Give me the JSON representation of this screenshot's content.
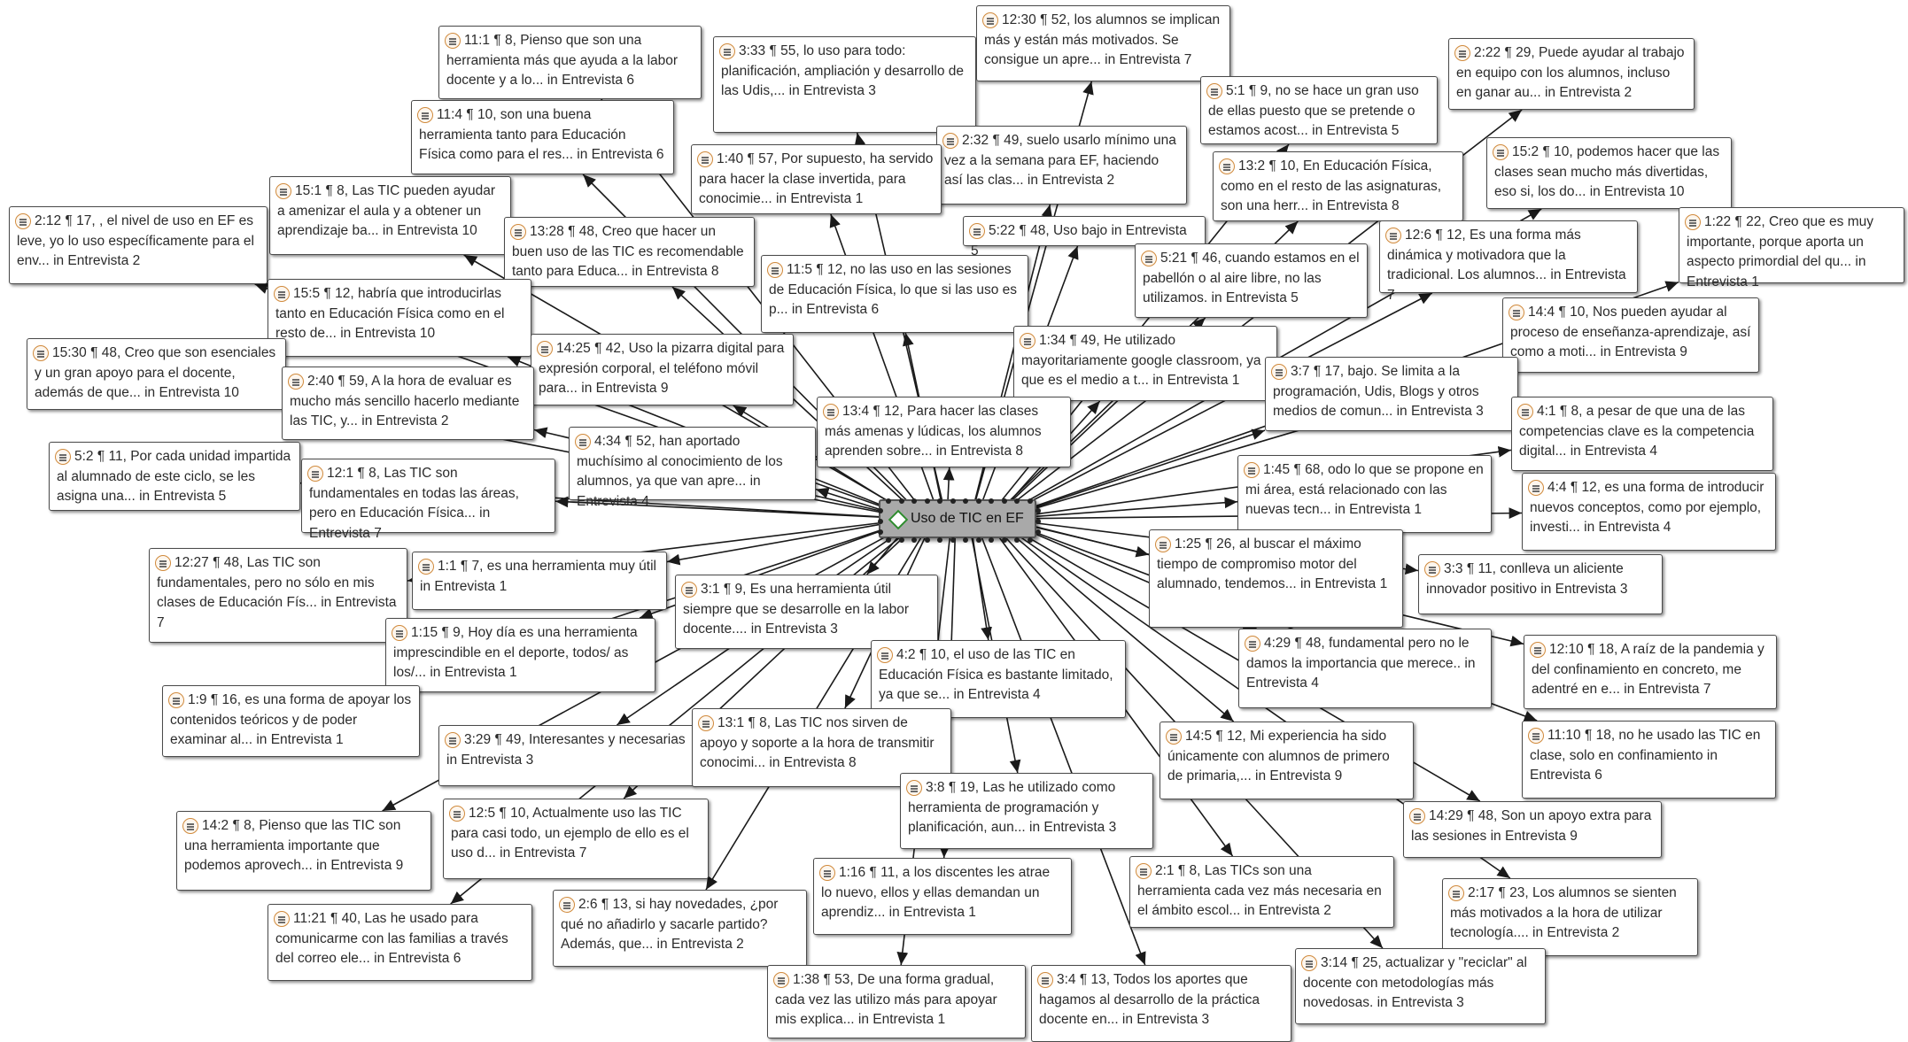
{
  "center": {
    "label": "Uso de TIC en EF",
    "icon": "code-diamond-icon"
  },
  "quote_icon": "quotation-doc-icon",
  "colors": {
    "edge": "#1a1a1a",
    "icon_border": "#d08a3c",
    "center_bg": "#a9a9a9",
    "code_icon": "#2e8b2e"
  },
  "quotes": [
    {
      "id": "q01",
      "text": "11:1 ¶ 8, Pienso que son una herramienta más que ayuda a la labor docente y a lo... in Entrevista 6"
    },
    {
      "id": "q02",
      "text": "3:33 ¶ 55, lo uso para todo: planificación, ampliación y desarrollo de las Udis,... in Entrevista 3"
    },
    {
      "id": "q03",
      "text": "12:30 ¶ 52, los alumnos se implican más y están más motivados. Se consigue un apre... in Entrevista 7"
    },
    {
      "id": "q04",
      "text": "2:22 ¶ 29, Puede ayudar al trabajo en equipo con los alumnos, incluso en ganar au... in Entrevista 2"
    },
    {
      "id": "q05",
      "text": "5:1 ¶ 9, no se hace un gran uso de ellas puesto que se pretende o estamos acost... in Entrevista 5"
    },
    {
      "id": "q06",
      "text": "11:4 ¶ 10, son una buena herramienta tanto para Educación Física como para el res... in Entrevista 6"
    },
    {
      "id": "q07",
      "text": "2:32 ¶ 49, suelo usarlo mínimo una vez a la semana para EF, haciendo así las clas... in Entrevista 2"
    },
    {
      "id": "q08",
      "text": "1:40 ¶ 57, Por supuesto, ha servido para hacer la clase invertida, para conocimie... in Entrevista 1"
    },
    {
      "id": "q09",
      "text": "13:2 ¶ 10, En Educación Física, como en el resto de las asignaturas, son una herr... in Entrevista 8"
    },
    {
      "id": "q10",
      "text": "15:2 ¶ 10, podemos hacer que las clases sean mucho más divertidas, eso si, los do... in Entrevista 10"
    },
    {
      "id": "q11",
      "text": "15:1 ¶ 8, Las TIC pueden ayudar a amenizar el aula y a obtener un aprendizaje ba... in Entrevista 10"
    },
    {
      "id": "q12",
      "text": "2:12 ¶ 17, , el nivel de uso en EF es leve, yo lo uso específicamente para el env... in Entrevista 2"
    },
    {
      "id": "q13",
      "text": "13:28 ¶ 48, Creo que hacer un buen uso de las TIC es recomendable tanto para Educa... in Entrevista 8"
    },
    {
      "id": "q14",
      "text": "5:22 ¶ 48, Uso bajo in Entrevista 5"
    },
    {
      "id": "q15",
      "text": "1:22 ¶ 22, Creo que es muy importante, porque aporta un aspecto primordial del qu... in Entrevista 1"
    },
    {
      "id": "q16",
      "text": "12:6 ¶ 12, Es una forma más dinámica y motivadora que la tradicional. Los alumnos... in Entrevista 7"
    },
    {
      "id": "q17",
      "text": "5:21 ¶ 46, cuando estamos en el pabellón o al aire libre, no las utilizamos. in Entrevista 5"
    },
    {
      "id": "q18",
      "text": "11:5 ¶ 12, no las uso en las sesiones de Educación Física, lo que si las uso es p... in Entrevista 6"
    },
    {
      "id": "q19",
      "text": "15:5 ¶ 12, habría que introducirlas tanto en Educación Física como en el resto de... in Entrevista 10"
    },
    {
      "id": "q20",
      "text": "14:4 ¶ 10, Nos pueden ayudar al proceso de enseñanza-aprendizaje, así como a moti... in Entrevista 9"
    },
    {
      "id": "q21",
      "text": "15:30 ¶ 48, Creo que son esenciales y un gran apoyo para el docente, además de que... in Entrevista 10"
    },
    {
      "id": "q22",
      "text": "14:25 ¶ 42, Uso la pizarra digital para expresión corporal, el teléfono móvil para... in Entrevista 9"
    },
    {
      "id": "q23",
      "text": "1:34 ¶ 49, He utilizado mayoritariamente google classroom, ya que es el medio a t... in Entrevista 1"
    },
    {
      "id": "q24",
      "text": "3:7 ¶ 17, bajo. Se limita a la programación, Udis, Blogs y otros medios de comun... in Entrevista 3"
    },
    {
      "id": "q25",
      "text": "2:40 ¶ 59, A la hora de evaluar es mucho más sencillo hacerlo mediante las TIC, y... in Entrevista 2"
    },
    {
      "id": "q26",
      "text": "13:4 ¶ 12, Para hacer las clases más amenas y lúdicas, los alumnos aprenden sobre... in Entrevista 8"
    },
    {
      "id": "q27",
      "text": "4:1 ¶ 8, a pesar de que una de las competencias clave es la competencia digital... in Entrevista 4"
    },
    {
      "id": "q28",
      "text": "5:2 ¶ 11, Por cada unidad impartida al alumnado de este ciclo, se les asigna una... in Entrevista 5"
    },
    {
      "id": "q29",
      "text": "4:34 ¶ 52, han aportado muchísimo al conocimiento de los alumnos, ya que van apre... in Entrevista 4"
    },
    {
      "id": "q30",
      "text": "12:1 ¶ 8, Las TIC son fundamentales en todas las áreas, pero en Educación Física... in Entrevista 7"
    },
    {
      "id": "q31",
      "text": "1:45 ¶ 68, odo lo que se propone en mi área, está relacionado con las nuevas tecn... in Entrevista 1"
    },
    {
      "id": "q32",
      "text": "4:4 ¶ 12, es una forma de introducir nuevos conceptos, como por ejemplo, investi... in Entrevista 4"
    },
    {
      "id": "q33",
      "text": "12:27 ¶ 48, Las TIC son fundamentales, pero no sólo en mis clases de Educación Fís... in Entrevista 7"
    },
    {
      "id": "q34",
      "text": "1:1 ¶ 7, es una herramienta muy útil in Entrevista 1"
    },
    {
      "id": "q35",
      "text": "3:1 ¶ 9, Es una herramienta útil siempre que se desarrolle en la labor docente.... in Entrevista 3"
    },
    {
      "id": "q36",
      "text": "1:25 ¶ 26, al buscar el máximo tiempo de compromiso motor del alumnado, tendemos... in Entrevista 1"
    },
    {
      "id": "q37",
      "text": "3:3 ¶ 11, conlleva un aliciente innovador positivo in Entrevista 3"
    },
    {
      "id": "q38",
      "text": "1:15 ¶ 9, Hoy día es una herramienta imprescindible en el deporte, todos/ as los/... in Entrevista 1"
    },
    {
      "id": "q39",
      "text": "4:2 ¶ 10, el uso de las TIC en Educación Física es bastante limitado, ya que se... in Entrevista 4"
    },
    {
      "id": "q40",
      "text": "4:29 ¶ 48, fundamental pero no le damos la importancia que merece.. in Entrevista 4"
    },
    {
      "id": "q41",
      "text": "12:10 ¶ 18, A raíz de la pandemia y del confinamiento en concreto, me adentré en e... in Entrevista 7"
    },
    {
      "id": "q42",
      "text": "1:9 ¶ 16, es una forma de apoyar los contenidos teóricos y de poder examinar al... in Entrevista 1"
    },
    {
      "id": "q43",
      "text": "3:29 ¶ 49, Interesantes y necesarias in Entrevista 3"
    },
    {
      "id": "q44",
      "text": "13:1 ¶ 8, Las TIC nos sirven de apoyo y soporte a la hora de transmitir conocimi... in Entrevista 8"
    },
    {
      "id": "q45",
      "text": "14:5 ¶ 12, Mi experiencia ha sido únicamente con alumnos de primero de primaria,... in Entrevista 9"
    },
    {
      "id": "q46",
      "text": "11:10 ¶ 18, no he usado las TIC en clase, solo en confinamiento in Entrevista 6"
    },
    {
      "id": "q47",
      "text": "14:2 ¶ 8, Pienso que las TIC son una herramienta importante que podemos aprovech... in Entrevista 9"
    },
    {
      "id": "q48",
      "text": "12:5 ¶ 10, Actualmente uso las TIC para casi todo, un ejemplo de ello es el uso d... in Entrevista 7"
    },
    {
      "id": "q49",
      "text": "3:8 ¶ 19, Las he utilizado como herramienta de programación y planificación, aun... in Entrevista 3"
    },
    {
      "id": "q50",
      "text": "14:29 ¶ 48, Son un apoyo extra para las sesiones in Entrevista 9"
    },
    {
      "id": "q51",
      "text": "1:16 ¶ 11, a los discentes les atrae lo nuevo, ellos y ellas demandan un aprendiz... in Entrevista 1"
    },
    {
      "id": "q52",
      "text": "2:1 ¶ 8, Las TICs son una herramienta cada vez más necesaria en el ámbito escol... in Entrevista 2"
    },
    {
      "id": "q53",
      "text": "2:17 ¶ 23, Los alumnos se sienten más motivados a la hora de utilizar tecnología.... in Entrevista 2"
    },
    {
      "id": "q54",
      "text": "11:21 ¶ 40, Las he usado para comunicarme con las familias a través del correo ele... in Entrevista 6"
    },
    {
      "id": "q55",
      "text": "2:6 ¶ 13, si hay novedades, ¿por qué no añadirlo y sacarle partido? Además, que... in Entrevista 2"
    },
    {
      "id": "q56",
      "text": "3:14 ¶ 25, actualizar y \"reciclar\" al docente con metodologías más novedosas. in Entrevista 3"
    },
    {
      "id": "q57",
      "text": "1:38 ¶ 53, De una forma gradual, cada vez las utilizo más para apoyar mis explica... in Entrevista 1"
    },
    {
      "id": "q58",
      "text": "3:4 ¶ 13, Todos los aportes que hagamos al desarrollo de la práctica docente en... in Entrevista 3"
    }
  ]
}
